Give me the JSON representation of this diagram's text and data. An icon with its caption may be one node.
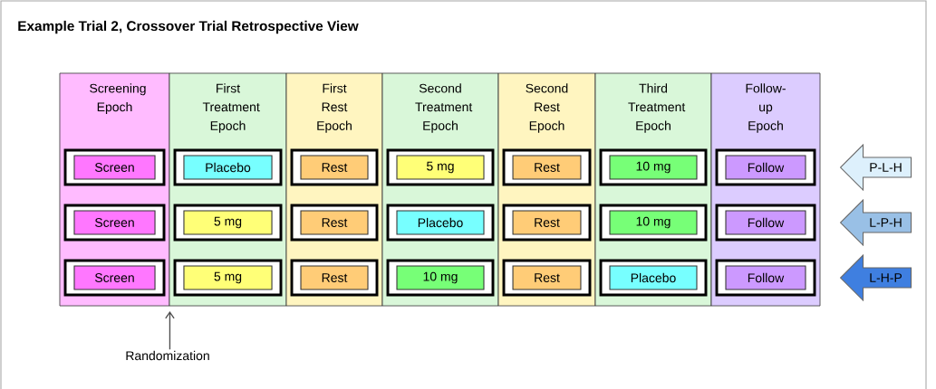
{
  "diagram": {
    "title": "Example Trial 2, Crossover Trial Retrospective View",
    "nodes": [
      {
        "text": [
          "Screening Epoch"
        ]
      },
      {
        "text": [
          "First Treatment Epoch"
        ]
      },
      {
        "text": [
          "First Rest Epoch"
        ]
      },
      {
        "text": [
          "Second Treatment Epoch"
        ]
      },
      {
        "text": [
          "Second Rest Epoch"
        ]
      },
      {
        "text": [
          "Third Treatment Epoch"
        ]
      },
      {
        "text": [
          "Follow-up Epoch"
        ]
      },
      {
        "text": [
          "Screen"
        ],
        "in": 0
      },
      {
        "text": [
          "Placebo"
        ],
        "in": 1
      },
      {
        "text": [
          "Rest"
        ],
        "in": 2
      },
      {
        "text": [
          "5 mg"
        ],
        "in": 3
      },
      {
        "text": [
          "Rest"
        ],
        "in": 4
      },
      {
        "text": [
          "10 mg"
        ],
        "in": 5
      },
      {
        "text": [
          "Follow"
        ],
        "in": 6
      },
      {
        "text": [
          "Screen"
        ],
        "in": 0
      },
      {
        "text": [
          "5 mg"
        ],
        "in": 1
      },
      {
        "text": [
          "Rest"
        ],
        "in": 2
      },
      {
        "text": [
          "Placebo"
        ],
        "in": 3
      },
      {
        "text": [
          "Rest"
        ],
        "in": 4
      },
      {
        "text": [
          "10 mg"
        ],
        "in": 5
      },
      {
        "text": [
          "Follow"
        ],
        "in": 6
      },
      {
        "text": [
          "Screen"
        ],
        "in": 0
      },
      {
        "text": [
          "5 mg"
        ],
        "in": 1
      },
      {
        "text": [
          "Rest"
        ],
        "in": 2
      },
      {
        "text": [
          "10 mg"
        ],
        "in": 3
      },
      {
        "text": [
          "Rest"
        ],
        "in": 4
      },
      {
        "text": [
          "Placebo"
        ],
        "in": 5
      },
      {
        "text": [
          "Follow"
        ],
        "in": 6
      },
      {
        "text": [
          "Randomization"
        ]
      }
    ],
    "edges": [
      {
        "from": 28,
        "to": 0,
        "arrow": "to"
      },
      {
        "from": null,
        "to": 13,
        "arrow": "to",
        "label": "P-L-H",
        "color": "#ddf0fc"
      },
      {
        "from": null,
        "to": 20,
        "arrow": "to",
        "label": "L-P-H",
        "color": "#99c0e6"
      },
      {
        "from": null,
        "to": 27,
        "arrow": "to",
        "label": "L-H-P",
        "color": "#3f7fe0"
      }
    ]
  }
}
